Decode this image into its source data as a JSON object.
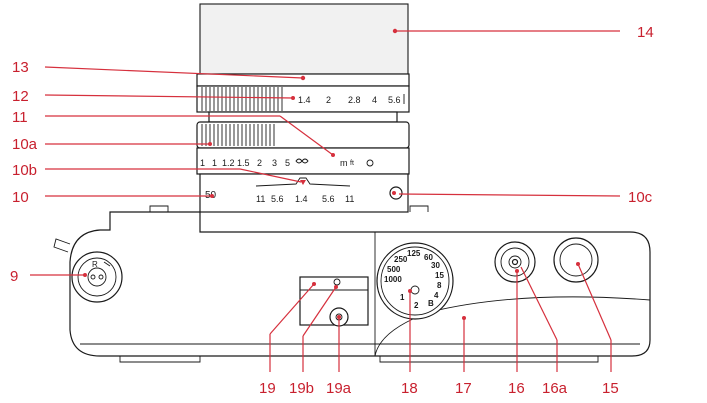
{
  "callouts": {
    "c14": "14",
    "c13": "13",
    "c12": "12",
    "c11": "11",
    "c10a": "10a",
    "c10b": "10b",
    "c10": "10",
    "c10c": "10c",
    "c9": "9",
    "c19": "19",
    "c19b": "19b",
    "c19a": "19a",
    "c18": "18",
    "c17": "17",
    "c16": "16",
    "c16a": "16a",
    "c15": "15"
  },
  "aperture_ring": {
    "a1": "1.4",
    "a2": "2",
    "a3": "2.8",
    "a4": "4",
    "a5": "5.6"
  },
  "distance_ring": {
    "d1": "1",
    "d2": "1",
    "d3": "1.2",
    "d4": "1.5",
    "d5": "2",
    "d6": "3",
    "d7": "5",
    "m_label": "m",
    "ft_label": "ft"
  },
  "dof_scale": {
    "f1": "11",
    "f2": "5.6",
    "f3": "1.4",
    "f4": "5.6",
    "f5": "11"
  },
  "focal_length": "50",
  "rewind_knob_letter": "R",
  "shutter_dial": {
    "s1000": "1000",
    "s500": "500",
    "s250": "250",
    "s125": "125",
    "s60": "60",
    "s30": "30",
    "s15": "15",
    "s8": "8",
    "s4": "4",
    "s2": "2",
    "s1": "1",
    "b": "B"
  },
  "colors": {
    "callout": "#c8202e",
    "outline": "#1a1a1a"
  }
}
